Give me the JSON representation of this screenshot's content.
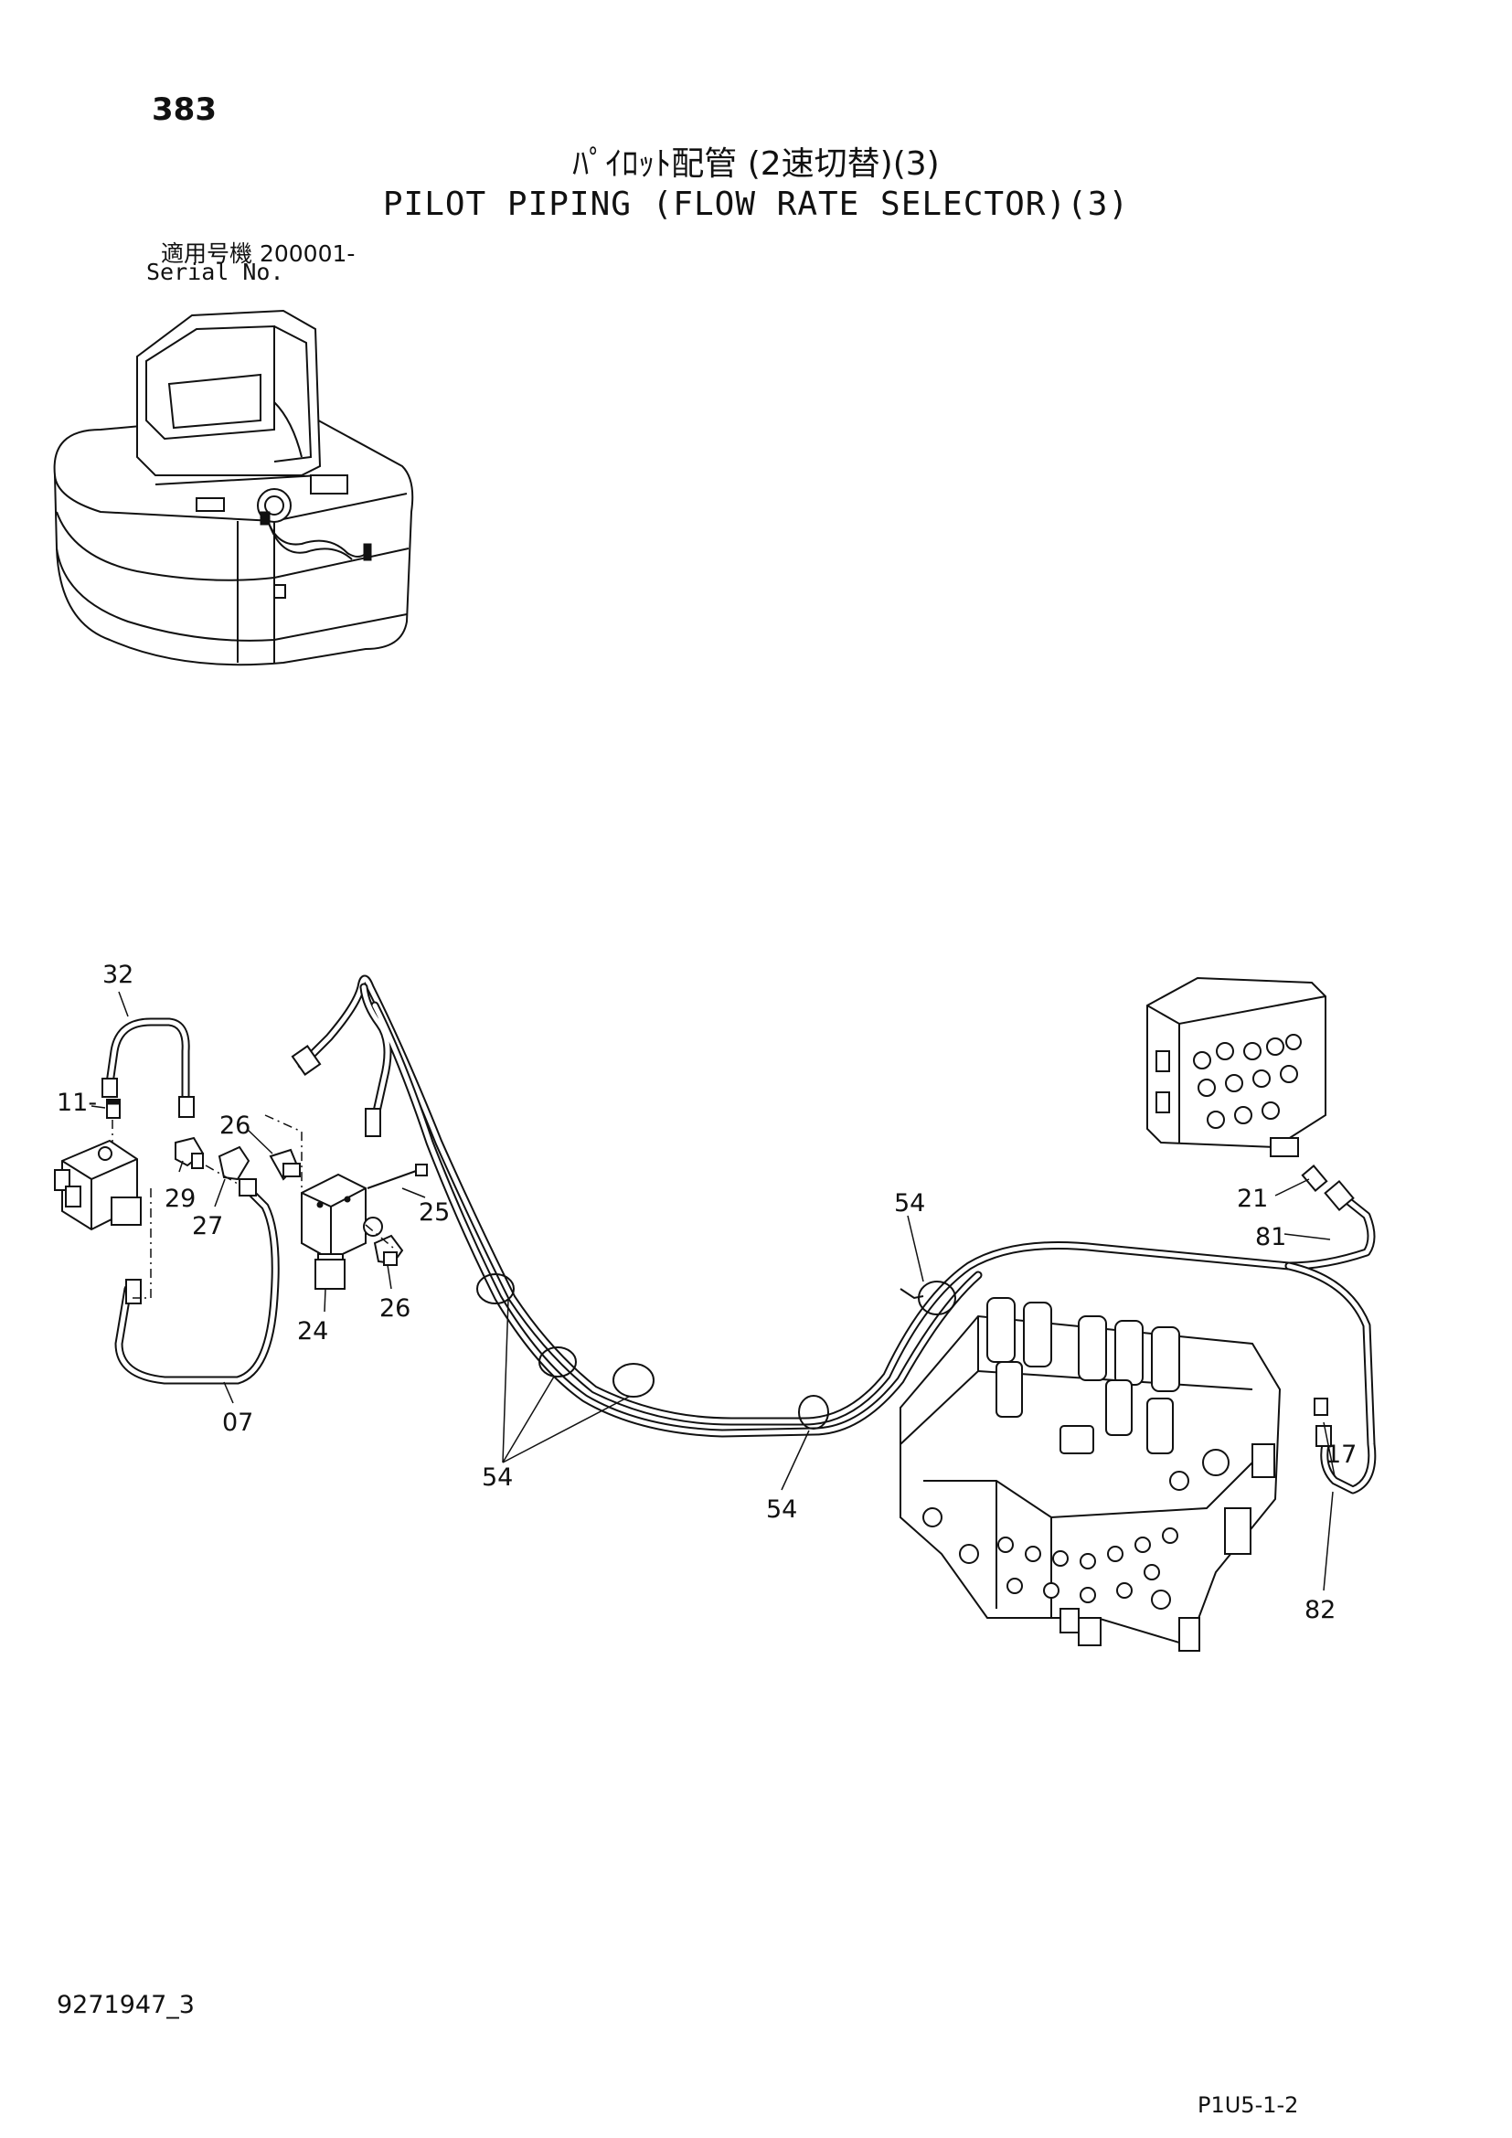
{
  "header": {
    "page_number": "383",
    "title_jp": "ﾊﾟｲﾛｯﾄ配管 (2速切替)(3)",
    "title_en": "PILOT PIPING (FLOW RATE SELECTOR)(3)",
    "serial_label_jp": "適用号機  200001-",
    "serial_label_en": "Serial No."
  },
  "callouts": {
    "c32": "32",
    "c11": "11-",
    "c26a": "26",
    "c29": "29",
    "c27": "27",
    "c25": "25",
    "c24": "24",
    "c26b": "26",
    "c07": "07",
    "c54a": "54",
    "c54b": "54",
    "c54c": "54",
    "c21": "21",
    "c81": "81",
    "c17": "17",
    "c82": "82"
  },
  "footer": {
    "drawing_id": "9271947_3",
    "page_code": "P1U5-1-2"
  }
}
